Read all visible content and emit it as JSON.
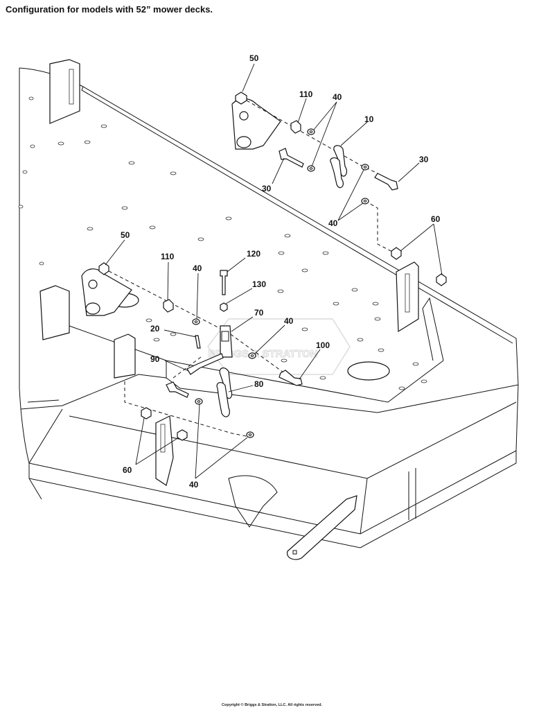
{
  "title": "Configuration for models with 52” mower decks.",
  "copyright": "Copyright © Briggs & Stratton, LLC. All rights reserved.",
  "watermark": "BRIGGS & STRATTON",
  "callouts": {
    "c50a": "50",
    "c110a": "110",
    "c40a": "40",
    "c10": "10",
    "c30a": "30",
    "c30b": "30",
    "c40b": "40",
    "c60a": "60",
    "c50b": "50",
    "c110b": "110",
    "c40c": "40",
    "c120": "120",
    "c130": "130",
    "c70": "70",
    "c40d": "40",
    "c20": "20",
    "c100": "100",
    "c90": "90",
    "c80": "80",
    "c60b": "60",
    "c40e": "40"
  }
}
